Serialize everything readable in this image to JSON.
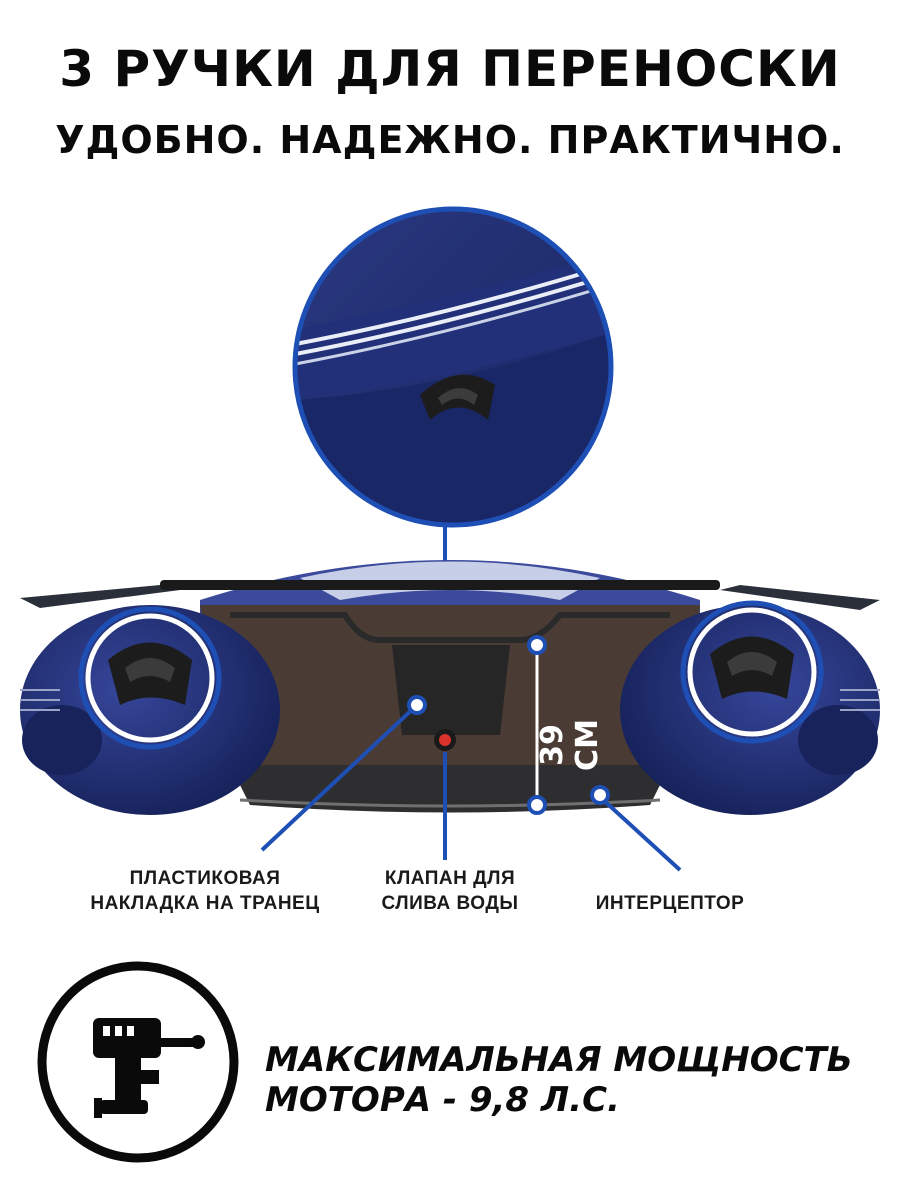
{
  "headline": {
    "title": "3 РУЧКИ ДЛЯ ПЕРЕНОСКИ",
    "subtitle": "УДОБНО. НАДЕЖНО. ПРАКТИЧНО."
  },
  "colors": {
    "accent_blue": "#1e4fb5",
    "boat_navy": "#1f2d6e",
    "transom_brown": "#4a3b35",
    "text": "#0a0a0a"
  },
  "boat": {
    "height_label": "39 СМ"
  },
  "callouts": [
    {
      "id": "transom-pad",
      "lines": [
        "ПЛАСТИКОВАЯ",
        "НАКЛАДКА НА ТРАНЕЦ"
      ]
    },
    {
      "id": "drain-valve",
      "lines": [
        "КЛАПАН ДЛЯ",
        "СЛИВА ВОДЫ"
      ]
    },
    {
      "id": "interceptor",
      "lines": [
        "ИНТЕРЦЕПТОР"
      ]
    }
  ],
  "motor": {
    "icon": "outboard-motor-icon",
    "line1": "МАКСИМАЛЬНАЯ  МОЩНОСТЬ",
    "line2": "МОТОРА - 9,8 Л.С."
  }
}
